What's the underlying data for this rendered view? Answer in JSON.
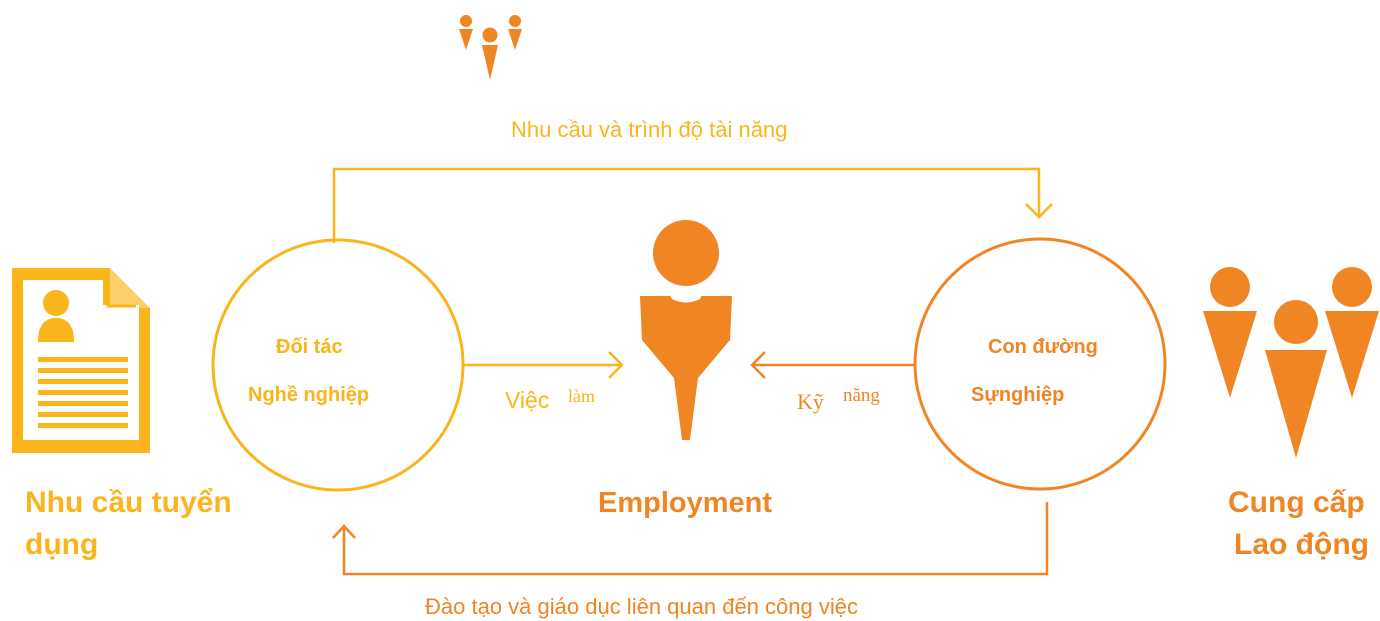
{
  "diagram": {
    "top_flow_label": "Nhu cầu và trình độ tài năng",
    "bottom_flow_label": "Đào tạo và giáo dục liên quan đến công việc",
    "left_title": [
      "Nhu cầu tuyển",
      "dụng"
    ],
    "right_title": [
      "Cung cấp",
      "Lao động"
    ],
    "center_title": "Employment",
    "left_circle": [
      "Đối tác",
      "Nghề nghiệp"
    ],
    "right_circle": [
      "Con đường",
      "Sựnghiệp"
    ],
    "left_arrow_label": [
      "Việc",
      "làm"
    ],
    "right_arrow_label": [
      "Kỹ",
      "năng"
    ]
  },
  "colors": {
    "yellow": "#F9B51B",
    "orange": "#F08524"
  },
  "icons": [
    "group-people-icon",
    "resume-document-icon",
    "person-icon",
    "people-group-icon"
  ]
}
